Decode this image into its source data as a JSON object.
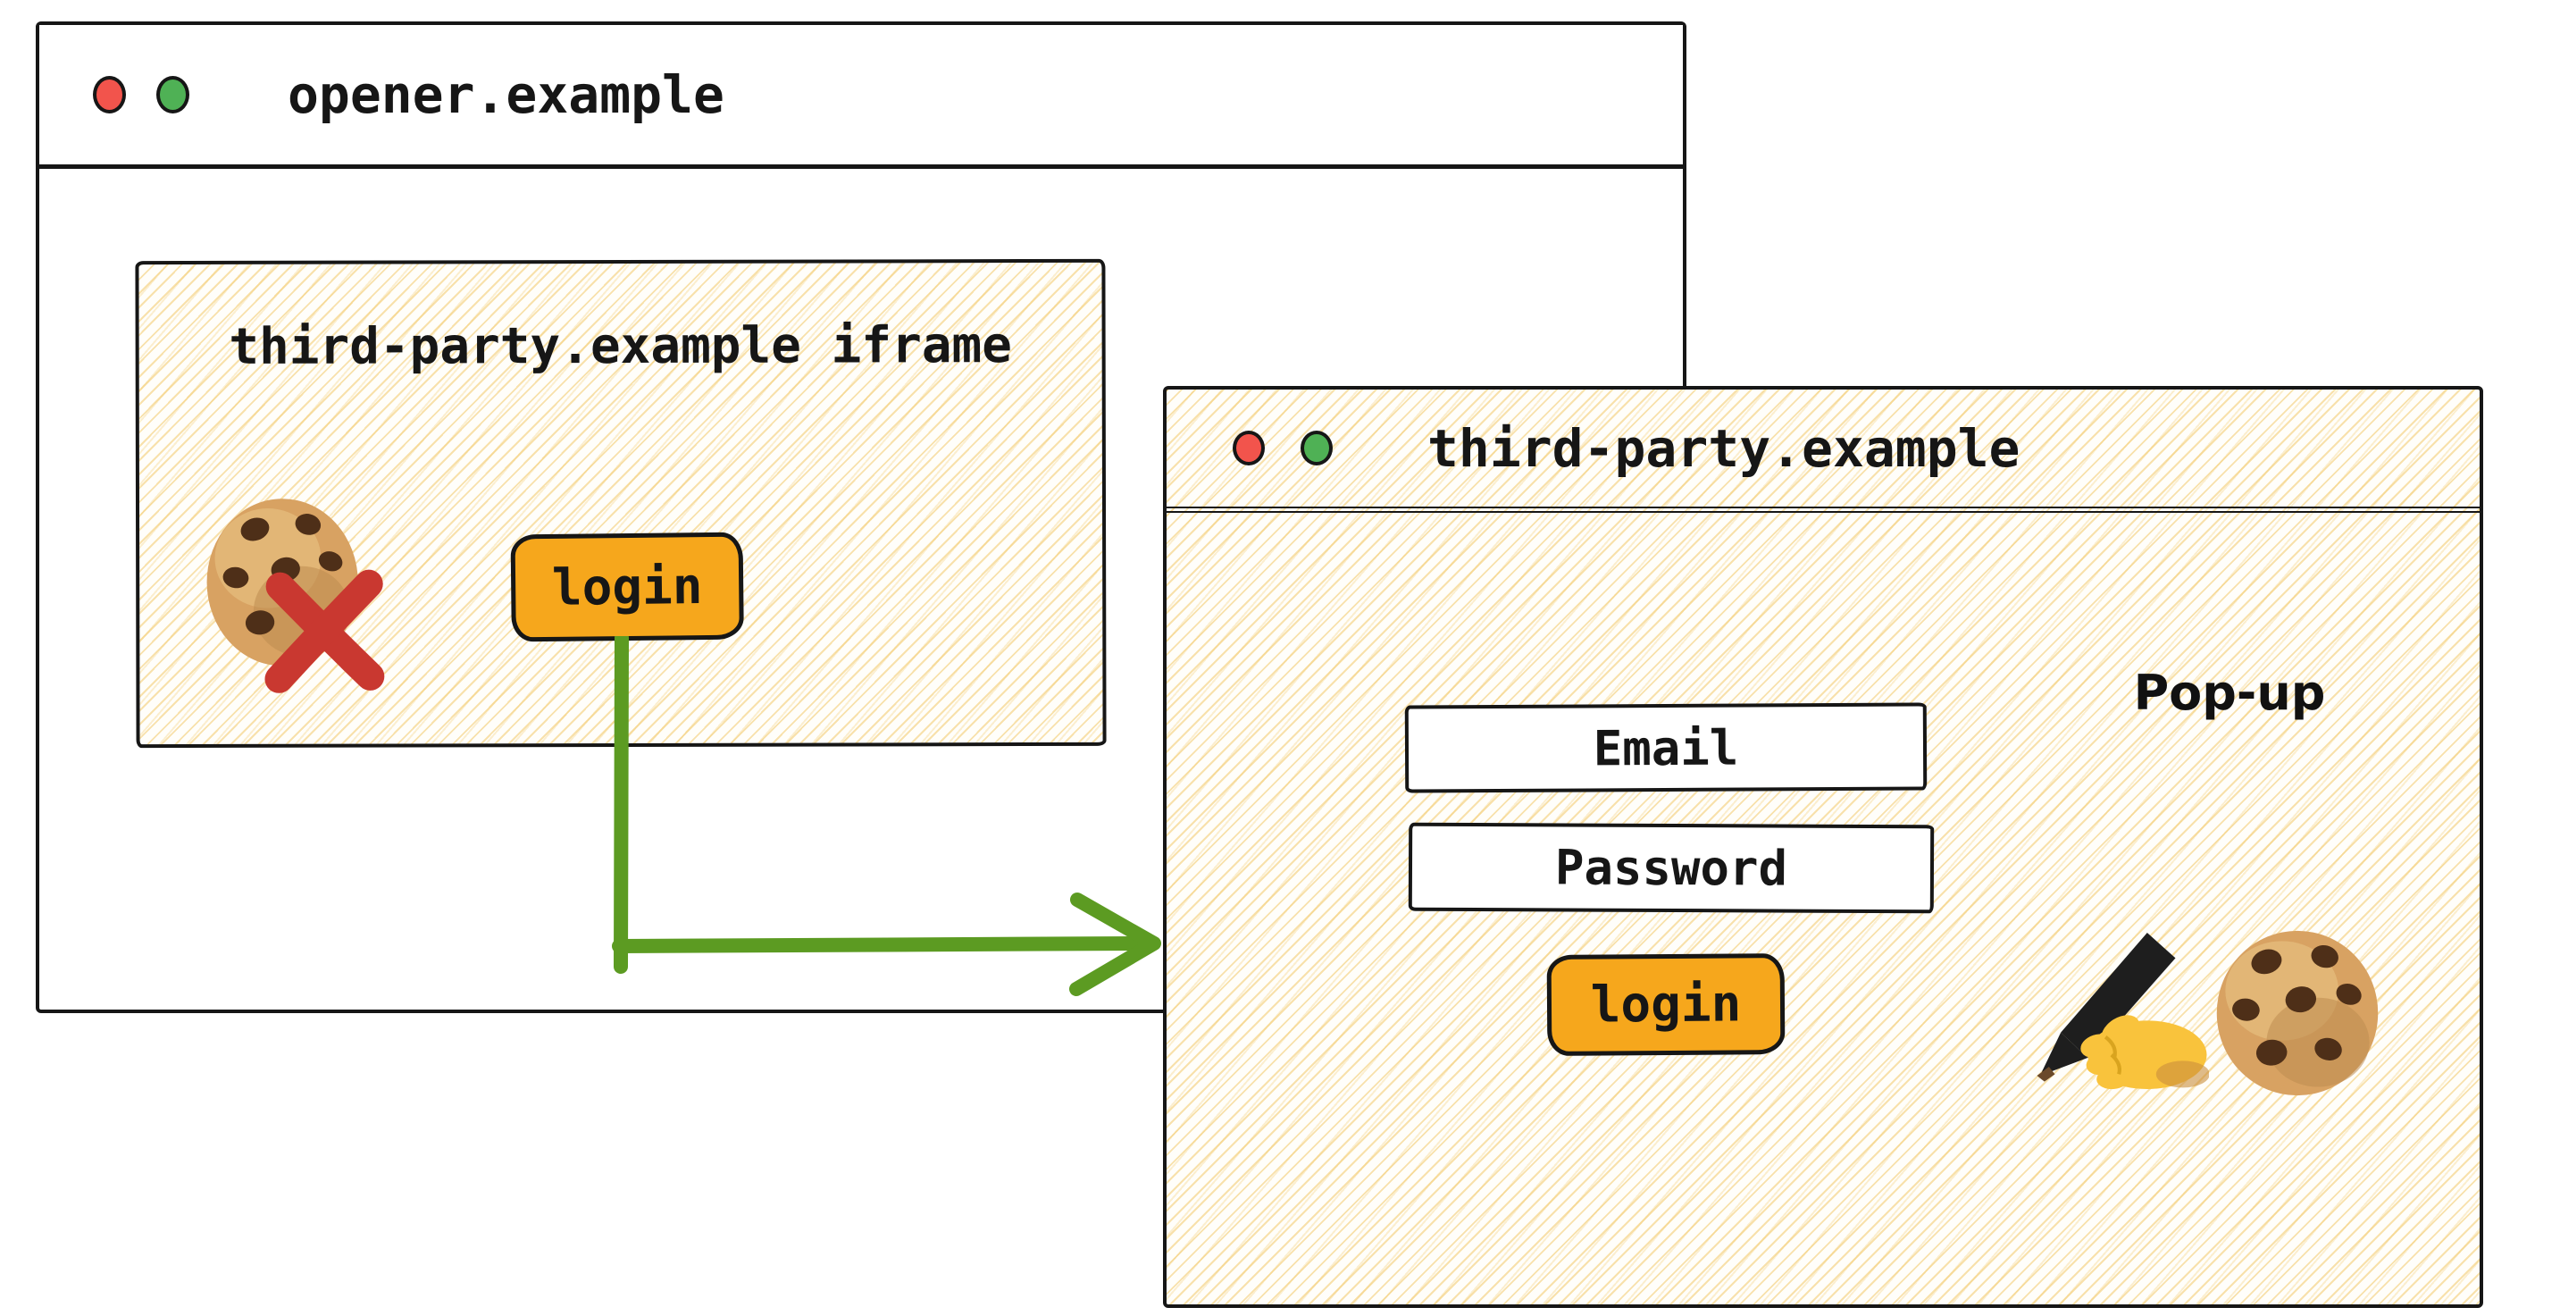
{
  "colors": {
    "window_border": "#161616",
    "accent_orange": "#F6A71C",
    "arrow_green": "#5C9B22",
    "cross_red": "#C93830",
    "traffic_red": "#F2544C",
    "traffic_green": "#4FB155",
    "hatch_gold": "#F3C96A"
  },
  "opener_window": {
    "title": "opener.example",
    "traffic_lights": [
      {
        "name": "red-light",
        "color": "#F2544C"
      },
      {
        "name": "green-light",
        "color": "#4FB155"
      }
    ],
    "iframe": {
      "label": "third-party.example iframe",
      "login_button_label": "login",
      "icons": [
        "cookie-icon",
        "red-cross-icon"
      ]
    }
  },
  "popup_window": {
    "title": "third-party.example",
    "traffic_lights": [
      {
        "name": "red-light",
        "color": "#F2544C"
      },
      {
        "name": "green-light",
        "color": "#4FB155"
      }
    ],
    "window_label": "Pop-up",
    "email_field_label": "Email",
    "password_field_label": "Password",
    "login_button_label": "login",
    "icons": [
      "writing-hand-icon",
      "cookie-icon"
    ]
  },
  "annotations": {
    "arrow": "iframe-login-button-to-popup-window",
    "arrow_color": "#5C9B22"
  }
}
